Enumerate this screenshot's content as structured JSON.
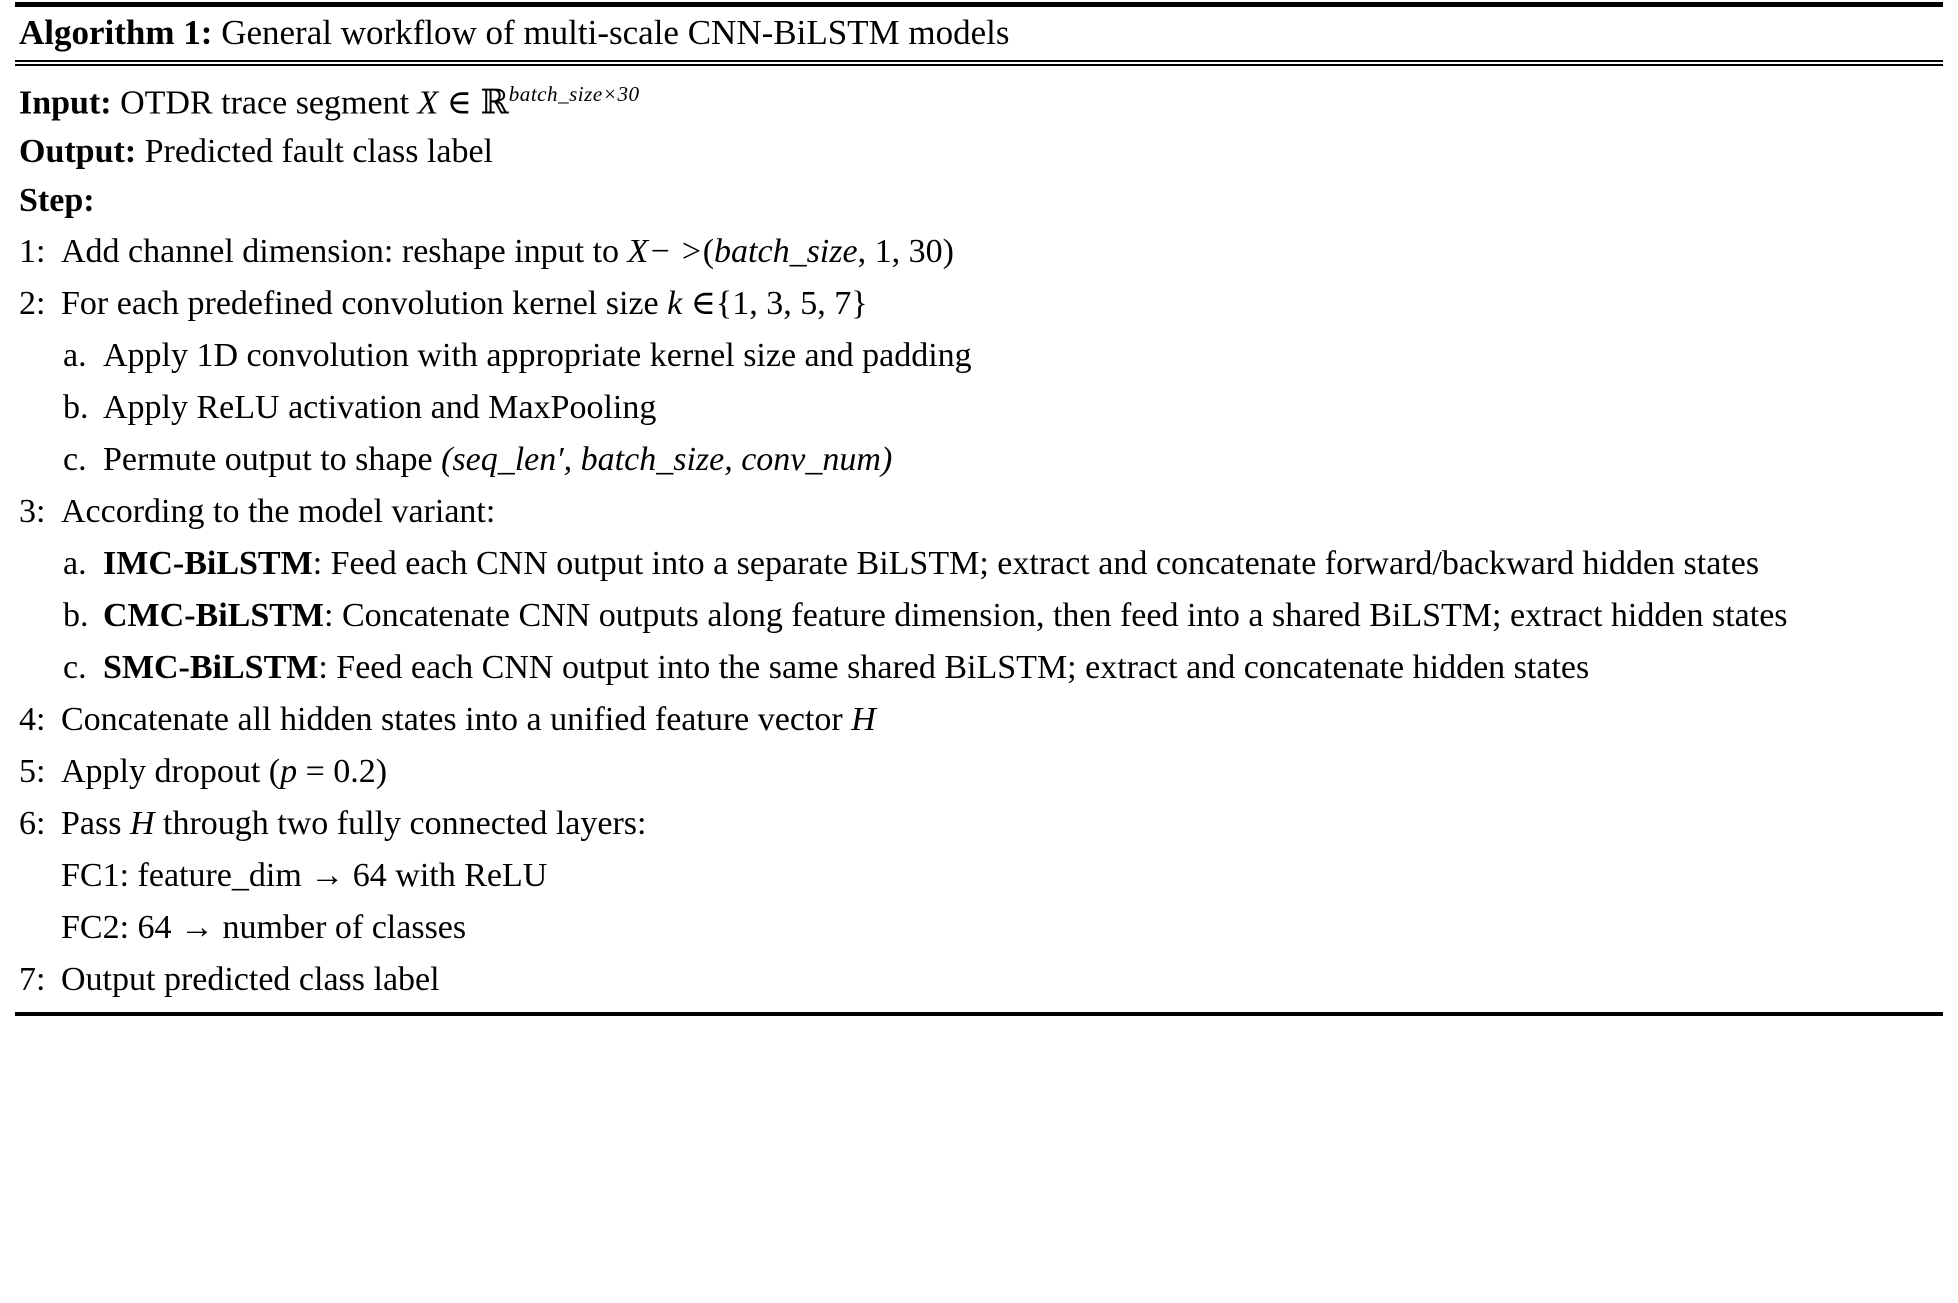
{
  "title": {
    "label": "Algorithm 1:",
    "text": "General workflow of multi-scale CNN-BiLSTM models"
  },
  "io": {
    "input_label": "Input:",
    "input_text_pre": "OTDR trace segment",
    "input_var": "X",
    "input_in": "∈",
    "input_set": "ℝ",
    "input_exponent": "batch_size×30",
    "output_label": "Output:",
    "output_text": "Predicted fault class label"
  },
  "step_header": "Step:",
  "steps": [
    {
      "num": "1:",
      "text_pre": "Add channel dimension: reshape input to",
      "math_var": "X− >",
      "math_tuple_open": "(",
      "math_tuple_italic": "batch_size",
      "math_tuple_rest": ", 1, 30",
      "math_tuple_close": ")"
    },
    {
      "num": "2:",
      "text_pre": "For each predefined convolution kernel size",
      "math_k": "k",
      "math_in": "∈",
      "math_set": "{1, 3, 5, 7}",
      "substeps": [
        {
          "letter": "a.",
          "text": "Apply 1D convolution with appropriate kernel size and padding"
        },
        {
          "letter": "b.",
          "text": "Apply ReLU  activation and MaxPooling"
        },
        {
          "letter": "c.",
          "text_pre": "Permute output to shape",
          "math": "(seq_len′, batch_size, conv_num)"
        }
      ]
    },
    {
      "num": "3:",
      "text_pre": "According to the model variant:",
      "variants": [
        {
          "letter": "a.",
          "bold_label": "IMC-BiLSTM",
          "text": ": Feed each CNN output into a separate BiLSTM; extract and concatenate forward/backward hidden states"
        },
        {
          "letter": "b.",
          "bold_label": "CMC-BiLSTM",
          "text": ": Concatenate CNN outputs along feature dimension, then feed into a shared BiLSTM; extract hidden states"
        },
        {
          "letter": "c.",
          "bold_label": "SMC-BiLSTM",
          "text": ": Feed each CNN output into the same shared BiLSTM; extract and concatenate hidden states"
        }
      ]
    },
    {
      "num": "4:",
      "text_pre": "Concatenate all hidden states into a unified feature vector",
      "math_var": "H"
    },
    {
      "num": "5:",
      "text_pre": "Apply dropout (",
      "math_var": "p",
      "math_rest": "=  0.2)"
    },
    {
      "num": "6:",
      "text_pre": "Pass",
      "math_var": "H",
      "text_post": "through two fully connected layers:",
      "lines": [
        "FC1: feature_dim   → 64 with ReLU",
        "FC2: 64 → number of classes"
      ]
    },
    {
      "num": "7:",
      "text_pre": "Output predicted class label"
    }
  ],
  "colors": {
    "text": "#000000",
    "rule": "#000000",
    "background": "#ffffff"
  }
}
